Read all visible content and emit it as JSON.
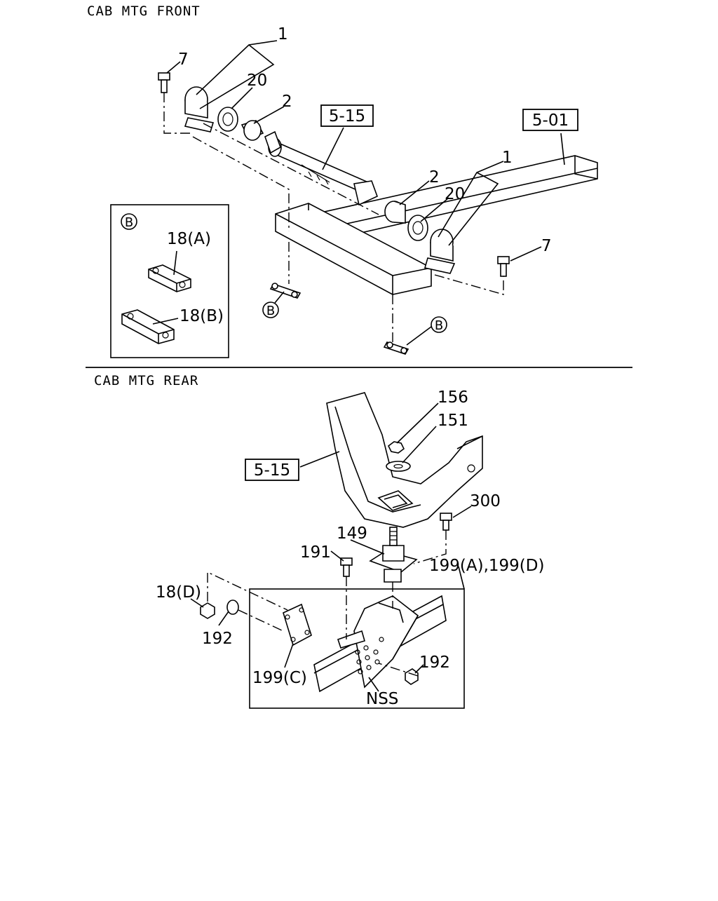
{
  "sections": {
    "front": {
      "title": "CAB MTG FRONT"
    },
    "rear": {
      "title": "CAB MTG REAR"
    }
  },
  "front": {
    "callouts": {
      "c1a": "1",
      "c1b": "1",
      "c7a": "7",
      "c7b": "7",
      "c20a": "20",
      "c20b": "20",
      "c2a": "2",
      "c2b": "2",
      "b1": "B",
      "b2": "B"
    },
    "refs": {
      "r515": "5-15",
      "r501": "5-01"
    },
    "detail": {
      "badge": "B",
      "a": "18(A)",
      "b": "18(B)"
    }
  },
  "rear": {
    "callouts": {
      "c156": "156",
      "c151": "151",
      "c300": "300",
      "c149": "149",
      "c191": "191",
      "c199ad": "199(A),199(D)",
      "c18d": "18(D)",
      "c192a": "192",
      "c192b": "192",
      "c199c": "199(C)",
      "nss": "NSS"
    },
    "refs": {
      "r515": "5-15"
    }
  }
}
